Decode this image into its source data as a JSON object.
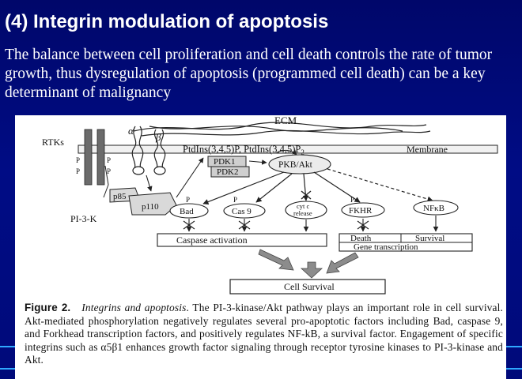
{
  "slide": {
    "title": "(4) Integrin modulation of apoptosis",
    "body": "The balance between cell proliferation and cell death controls the rate of tumor growth, thus dysregulation of apoptosis (programmed cell death) can be a key determinant of malignancy"
  },
  "diagram": {
    "ecm": "ECM",
    "rtks": "RTKs",
    "alpha": "α",
    "beta": "β",
    "p_top_left": "P",
    "p_bottom_left": "P",
    "p_top_right": "P",
    "p_bottom_right": "P",
    "p85": "p85",
    "p110": "p110",
    "pi3k": "PI-3-K",
    "ptdins": "PtdIns(3,4,5)P, PtdIns(3,4,5)P",
    "ptdins_sub": "2",
    "membrane": "Membrane",
    "pdk1": "PDK1",
    "pdk2": "PDK2",
    "pkb": "PKB/Akt",
    "p_bad": "P",
    "p_cas9": "P",
    "p_fkhr": "P",
    "bad": "Bad",
    "cas9": "Cas 9",
    "cytc_line1": "cyt c",
    "cytc_line2": "release",
    "fkhr": "FKHR",
    "nfkb": "NFκB",
    "caspase": "Caspase activation",
    "death": "Death",
    "survival": "Survival",
    "gene_transcription": "Gene transcription",
    "cell_survival": "Cell Survival"
  },
  "caption": {
    "label": "Figure 2.",
    "title": "Integrins and apoptosis",
    "text": ". The PI-3-kinase/Akt pathway plays an important role in cell survival. Akt-mediated phosphorylation negatively regulates several pro-apoptotic factors including Bad, caspase 9, and Forkhead transcription factors, and positively regulates NF-kB, a survival factor. Engagement of specific integrins such as α5β1 enhances growth factor signaling through receptor tyrosine kinases to PI-3-kinase and Akt."
  },
  "colors": {
    "background": "#000a7a",
    "title_text": "#ffffff",
    "accent_line": "#2fa9ff"
  }
}
